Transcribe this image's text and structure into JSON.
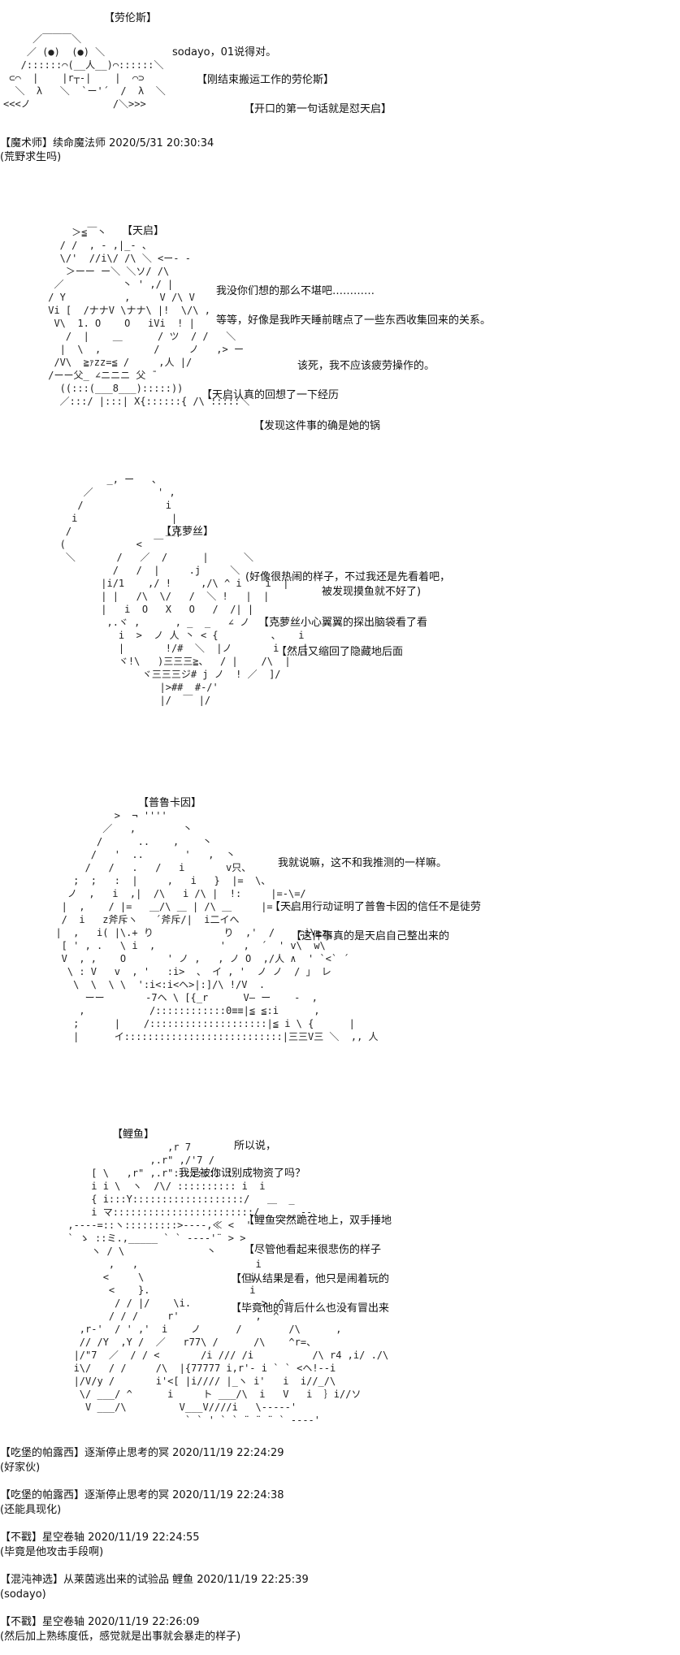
{
  "scene1": {
    "name_label": "【劳伦斯】",
    "speech": "sodayo，01说得对。",
    "note1": "【刚结束搬运工作的劳伦斯】",
    "note2": "【开口的第一句话就是怼天启】",
    "art": "     ／￣￣￣＼\n    ／ (●)  (●) ＼\n   /::::::⌒(__人__)⌒::::::＼\n ⊂⌒  |    |r┬-|    |  ⌒⊃\n  ＼  λ   ＼  `ー'´  /  λ  ＼\n<<<ノ              /＼>>>"
  },
  "comment1": {
    "header": "【魔术师】续命魔法师 2020/5/31 20:30:34",
    "text": "(荒野求生吗)"
  },
  "scene2": {
    "name_label": "【天启】",
    "line1": "我没你们想的那么不堪吧…………",
    "line2": "等等，好像是我昨天睡前瞎点了一些东西收集回来的关系。",
    "line3": "该死，我不应该疲劳操作的。",
    "note1": "【天启认真的回想了一下经历",
    "note2": "【发现这件事的确是她的锅",
    "art": "     ＞≦￣丶\n   / /  , - ,|_- 、\n   \\/'  //i\\/ /\\ ＼ <ー- -\n    ＞ーー ー＼ ＼ソ/ /\\\n  ／          丶 ' ,/ |\n / Y          ,     V /\\ V\n Vi [  /ナナV \\ナナ\\ |!  \\/\\ ,\n  V\\  1. O    O   iVi  ! |\n    /  |    ＿      / ツ  / /   ＼\n   |  \\  ,         /     ノ   ,> ー\n  /V\\  ≧ｧzz=≦ /     ,人 |/\n /ーー父_ ∠ニニニ 父 ¯\n   ((:::(___8___):::::))\n   ／:::/ |:::| X{::::::{ /\\ :::::＼"
  },
  "scene3": {
    "name_label": "【克萝丝】",
    "line1": "(好像很热闹的样子，不过我还是先看着吧，",
    "line2": "被发现摸鱼就不好了)",
    "note1": "【克萝丝小心翼翼的探出脑袋看了看",
    "note2": "【然后又缩回了隐藏地后面",
    "art": "           _, ー   、\n       ／           ' ,\n      /              i\n     i                |\n    /                ＿|\n   (            <  ￣\n    ＼       /   ／  /      |      ＼\n            /   /  |     .j     ＼\n          |i/1    ,/ !     ,/\\ ^ i    i  |\n          | |   /\\  \\/   /  ＼ !   |  |\n          |   i  O   X   O   /  /| |\n           ,.ヾ ,      , _  _   ∠ ノ    ＼\n             i  >  ノ 人 丶 < {         、   i\n             |       !/#  ＼  |ノ       i    |\n             ヾ!\\   )三三三≧、  / |    /\\  |\n                 ヾ三三三ジ# j ノ  ! ／  ]/\n                    |>##  #-/'\n                    |/  ￣ |/"
  },
  "scene4": {
    "name_label": "【普鲁卡因】",
    "line1": "我就说嘛，这不和我推测的一样嘛。",
    "note1": "【天启用行动证明了普鲁卡因的信任不是徒劳",
    "note2": "【这件事真的是天启自己整出来的",
    "art": "            >  ¬ ''''\n          ／   ,        丶\n         /      ..    ,    丶\n        /   '  ..       '   ,  丶\n       /   /   .   /   i       v只、\n     ;  ;   :  |     ,   i   }  |=  \\、\n    ノ  ,   i  ,|  /\\   i /\\ |  !:     |=-\\=/\n   |  ,    / |=   ＿/\\ ＿ | /\\ ＿     |=  ＼\n   /  i   z斧斥ヽ   ´斧斥/|  i二イへ\n  |  ,   i( |\\.+ り            り  ,'  /    :i\\≧z、\n   [ ' , .   \\ i  ,           '   ,  ´  ' v\\  w\\\n   V  , ,    O       ' ノ ,   , ノ O  ,/人 ∧  ' `<` ´\n    \\ : V   v  , '   :i>  、 イ , '  ノ ノ  / 」 レ\n     \\  \\  \\ \\  ':i<:i<ヘ>|:]/\\ !/V  .\n       ーー       -7ヘ \\ [{_r      V— ー    -  ,\n      ,           /::::::::::::0≡≡|≦ ≦:i      ,\n     ;      |    /::::::::::::::::::::|≦ i \\ {      |\n     |      イ:::::::::::::::::::::::::::|三三V三 ＼  ,, 人"
  },
  "scene5": {
    "name_label": "【鲤鱼】",
    "line1": "所以说，",
    "line2": "我是被你识别成物资了吗？",
    "note1": "【鲤鱼突然跪在地上，双手捶地",
    "note2": "【尽管他看起来很悲伤的样子",
    "note3": "【但从结果是看，他只是闹着玩的",
    "note4": "【毕竟他的背后什么也没有冒出来",
    "art": "                       ,r 7\n                    ,.r\" ,/'7 /\n          [ \\   ,r\" ,.r\":::::::i i\n          i i \\  ヽ  /\\/ :::::::::: i  i\n          { i:::Y:::::::::::::::::::/   ＿  _\n          i マ::::::::::::::::::::::::/ _____ --、\n      ,----=::ヽ:::::::::>----,≪ <  '\n      ` ゝ ::ミ.,_____ ` ` ----'¨ > >\n          ヽ / \\              丶\n             ,   ,                    i\n            <     \\                  i\n             <    }.                 i\n              / / |/    \\i.            >  ^\n             / / /     r'             ,  ^\n        ,r-'  / ' ,'  i    ノ      /        /\\      ,\n        // /Y  ,Y /  ／   r77\\ /      /\\    ^r=、\n       |/\"7  ／  / / <       /i /// /i          /\\ r4 ,i/ ./\\\n       i\\/   / /     /\\  |{77777 i,r'- i ` ` <ヘ!--i\n       |/V/y /       i'<[ |i//// |_ヽ i'   i  i//_/\\\n        \\/ ___/ ^      i     ト ___/\\  i   V   i  ｝i//ソ\n         V ___/\\         V___V////i   \\-----'\n                          ` ` ' ` ` ¨ ¨ ¨ ` ----'"
  },
  "comments": [
    {
      "header": "【吃堡的帕露西】逐渐停止思考的冥 2020/11/19 22:24:29",
      "text": "(好家伙)"
    },
    {
      "header": "【吃堡的帕露西】逐渐停止思考的冥 2020/11/19 22:24:38",
      "text": "(还能具现化)"
    },
    {
      "header": "【不戳】星空卷轴 2020/11/19 22:24:55",
      "text": "(毕竟是他攻击手段啊)"
    },
    {
      "header": "【混沌神选】从莱茵逃出来的试验品 鲤鱼 2020/11/19 22:25:39",
      "text": "(sodayo)"
    },
    {
      "header": "【不戳】星空卷轴 2020/11/19 22:26:09",
      "text": "(然后加上熟练度低，感觉就是出事就会暴走的样子)"
    }
  ]
}
